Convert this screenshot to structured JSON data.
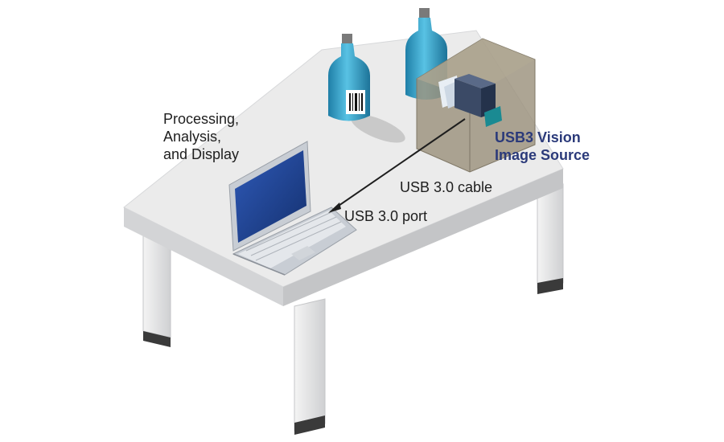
{
  "labels": {
    "processing": [
      "Processing,",
      "Analysis,",
      "and Display"
    ],
    "cable": "USB 3.0 cable",
    "port": "USB 3.0 port",
    "image_source": [
      "USB3 Vision",
      "Image Source"
    ]
  },
  "colors": {
    "table_top": "#ebebeb",
    "table_edge": "#c9cacc",
    "table_leg": "#e6e6e6",
    "leg_foot": "#3a3a3a",
    "laptop_screen": "#1d3f8e",
    "laptop_body": "#c8cdd4",
    "bottle_blue": "#3ea6cc",
    "bottle_cap": "#777777",
    "enclosure": "#8a8270",
    "camera_body": "#3b4a66",
    "camera_lens": "#1c1f29",
    "camera_connector": "#1a8a92",
    "cable": "#1e1e1e",
    "source_text": "#2b3a7a"
  }
}
